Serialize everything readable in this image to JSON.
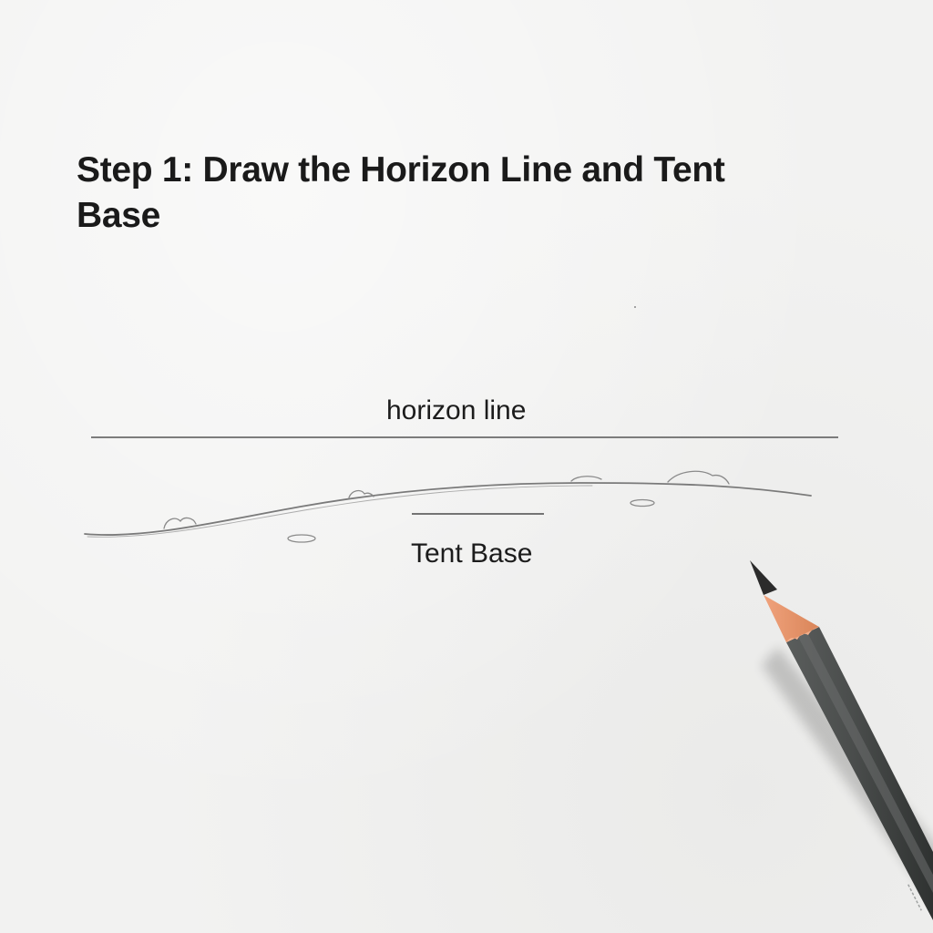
{
  "drawing_step": {
    "title": "Step 1: Draw the Horizon Line and Tent Base",
    "labels": {
      "horizon": "horizon line",
      "tent_base": "Tent Base"
    }
  },
  "illustration": {
    "objects": [
      "horizon-line",
      "ground-line",
      "tent-base-line",
      "rocks",
      "pencil"
    ],
    "colors": {
      "paper": "#f2f2f1",
      "pencil_lines": "#6b6b6b",
      "pencil_body": "#4a4d4c",
      "pencil_wood": "#e8936a",
      "pencil_lead": "#2b2b2b"
    }
  }
}
